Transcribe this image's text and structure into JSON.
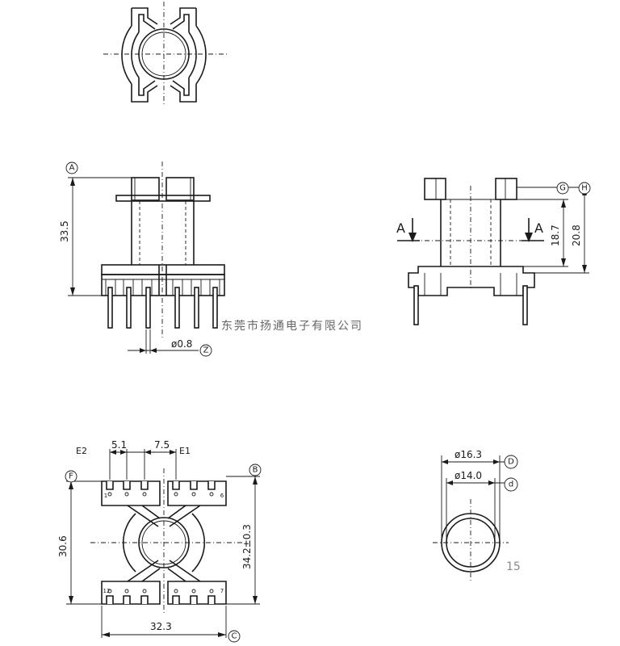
{
  "dimensions": {
    "height_total": "33.5",
    "pin_diameter": "ø0.8",
    "section_height": "18.7",
    "flange_height": "20.8",
    "pitch_a": "5.1",
    "pitch_b": "7.5",
    "base_depth": "30.6",
    "overall_width": "34.2±0.3",
    "base_width": "32.3",
    "outer_diameter": "ø16.3",
    "inner_diameter": "ø14.0"
  },
  "refs": {
    "a": "A",
    "b": "B",
    "c": "C",
    "d_upper": "D",
    "d_lower": "d",
    "e1": "E1",
    "e2": "E2",
    "f": "F",
    "g": "G",
    "h": "H",
    "z": "Z"
  },
  "section_labels": {
    "left": "A",
    "right": "A"
  },
  "pin_numbers": {
    "top_left": "1",
    "top_right": "6",
    "bottom_left": "12",
    "bottom_right": "7"
  },
  "watermark": "东莞市扬通电子有限公司",
  "page_number": "15"
}
